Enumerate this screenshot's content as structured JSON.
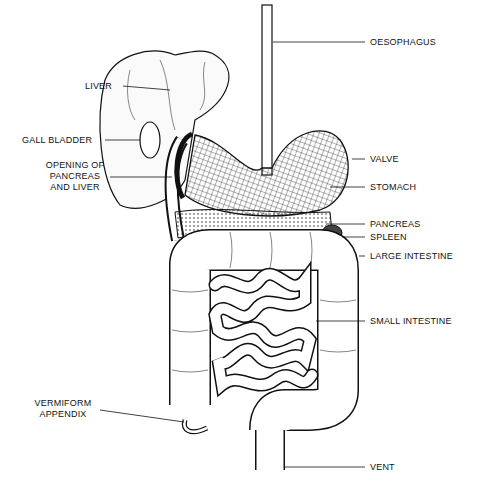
{
  "diagram": {
    "labels": [
      "OESOPHAGUS",
      "LIVER",
      "GALL BLADDER",
      "OPENING OF PANCREAS AND LIVER",
      "VALVE",
      "STOMACH",
      "PANCREAS",
      "SPLEEN",
      "LARGE INTESTINE",
      "SMALL INTESTINE",
      "VERMIFORM APPENDIX",
      "VENT"
    ]
  }
}
